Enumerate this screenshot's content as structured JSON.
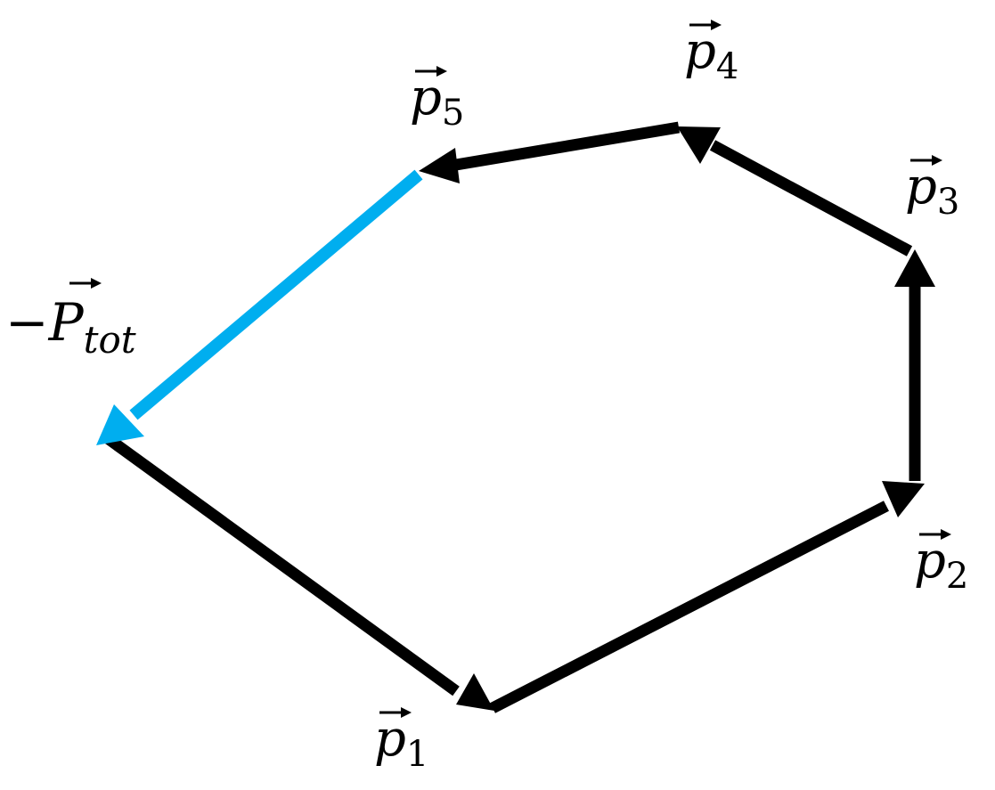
{
  "colors": {
    "vector": "#000000",
    "resultant": "#00AEEF",
    "background": "#FFFFFF"
  },
  "labels": {
    "p1": {
      "prefix": "",
      "symbol": "p",
      "subscript": "1"
    },
    "p2": {
      "prefix": "",
      "symbol": "p",
      "subscript": "2"
    },
    "p3": {
      "prefix": "",
      "symbol": "p",
      "subscript": "3"
    },
    "p4": {
      "prefix": "",
      "symbol": "p",
      "subscript": "4"
    },
    "p5": {
      "prefix": "",
      "symbol": "p",
      "subscript": "5"
    },
    "ptot": {
      "prefix": "−",
      "symbol": "P",
      "subscript": "tot"
    }
  },
  "arrow_marker": "vector-arrow"
}
